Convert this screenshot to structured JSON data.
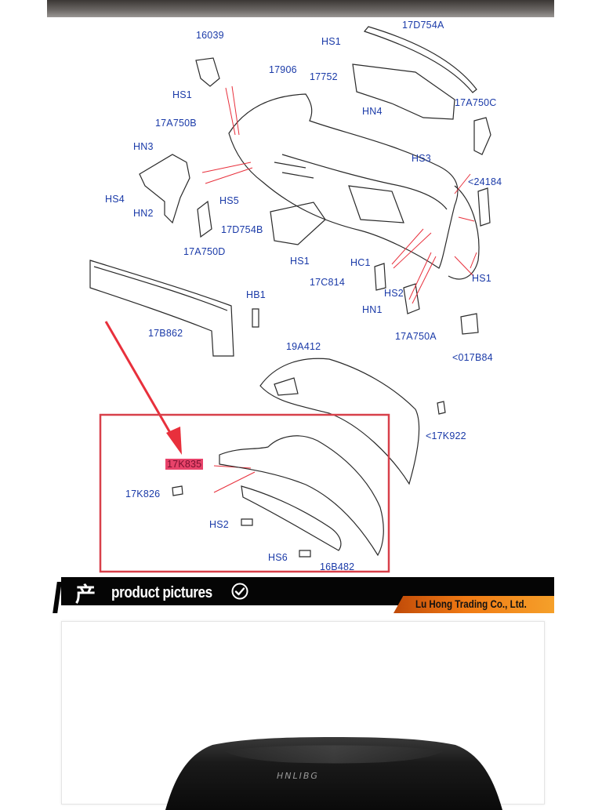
{
  "diagram": {
    "labels": [
      {
        "key": "p16039",
        "text": "16039"
      },
      {
        "key": "p17D754A",
        "text": "17D754A"
      },
      {
        "key": "hs1_top",
        "text": "HS1"
      },
      {
        "key": "p17906",
        "text": "17906"
      },
      {
        "key": "p17752",
        "text": "17752"
      },
      {
        "key": "hs1_left",
        "text": "HS1"
      },
      {
        "key": "hn4",
        "text": "HN4"
      },
      {
        "key": "p17A750C",
        "text": "17A750C"
      },
      {
        "key": "p17A750B",
        "text": "17A750B"
      },
      {
        "key": "hn3",
        "text": "HN3"
      },
      {
        "key": "hs3",
        "text": "HS3"
      },
      {
        "key": "p24184",
        "text": "<24184"
      },
      {
        "key": "hs4",
        "text": "HS4"
      },
      {
        "key": "hs5",
        "text": "HS5"
      },
      {
        "key": "hn2",
        "text": "HN2"
      },
      {
        "key": "p17D754B",
        "text": "17D754B"
      },
      {
        "key": "p17A750D",
        "text": "17A750D"
      },
      {
        "key": "hs1_mid",
        "text": "HS1"
      },
      {
        "key": "hc1",
        "text": "HC1"
      },
      {
        "key": "hs1_right",
        "text": "HS1"
      },
      {
        "key": "p17C814",
        "text": "17C814"
      },
      {
        "key": "hs2_mid",
        "text": "HS2"
      },
      {
        "key": "hb1",
        "text": "HB1"
      },
      {
        "key": "hn1",
        "text": "HN1"
      },
      {
        "key": "p17B862",
        "text": "17B862"
      },
      {
        "key": "p17A750A",
        "text": "17A750A"
      },
      {
        "key": "p19A412",
        "text": "19A412"
      },
      {
        "key": "p017B84",
        "text": "<017B84"
      },
      {
        "key": "p17K922",
        "text": "<17K922"
      },
      {
        "key": "p17K835",
        "text": "17K835"
      },
      {
        "key": "p17K826",
        "text": "17K826"
      },
      {
        "key": "hs2_low",
        "text": "HS2"
      },
      {
        "key": "hs6",
        "text": "HS6"
      },
      {
        "key": "p16B482",
        "text": "16B482"
      }
    ],
    "highlight_label": "17K835",
    "highlight_color": "#e8436a",
    "frame_color": "#d8404a",
    "arrow_color": "#e8303c",
    "label_color": "#1a3aa8"
  },
  "banner": {
    "char": "产",
    "title": "product pictures",
    "check_icon": "check-circle-icon",
    "company": "Lu Hong Trading Co., Ltd."
  },
  "product": {
    "brand_mark": "HNLIBG"
  }
}
